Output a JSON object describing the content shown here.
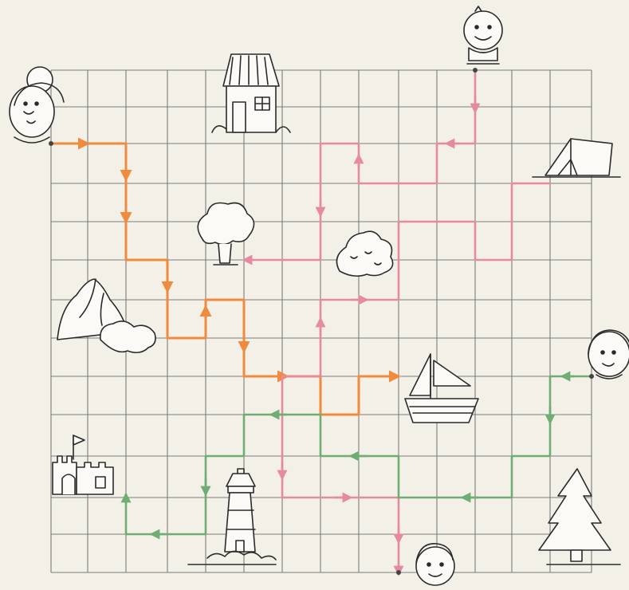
{
  "worksheet": {
    "colors": {
      "paper": "#f3f0e8",
      "grid": "#7c7c7c",
      "ink": "#2b2b2b",
      "path_orange": "#f08a3c",
      "path_pink": "#e58aa0",
      "path_green": "#6fae72"
    },
    "pictures": [
      "girl-with-bun-icon",
      "boy-top-icon",
      "house-icon",
      "tent-icon",
      "tree-icon",
      "bush-icon",
      "mountain-icon",
      "sailboat-icon",
      "girl-right-icon",
      "castle-icon",
      "lighthouse-icon",
      "pine-tree-icon",
      "boy-bottom-icon"
    ],
    "paths": [
      {
        "color": "orange",
        "from": "girl-with-bun-icon",
        "to": "sailboat-icon"
      },
      {
        "color": "pink",
        "from": "boy-top-icon"
      },
      {
        "color": "green",
        "from": "girl-right-icon",
        "to": "castle-icon"
      }
    ]
  }
}
